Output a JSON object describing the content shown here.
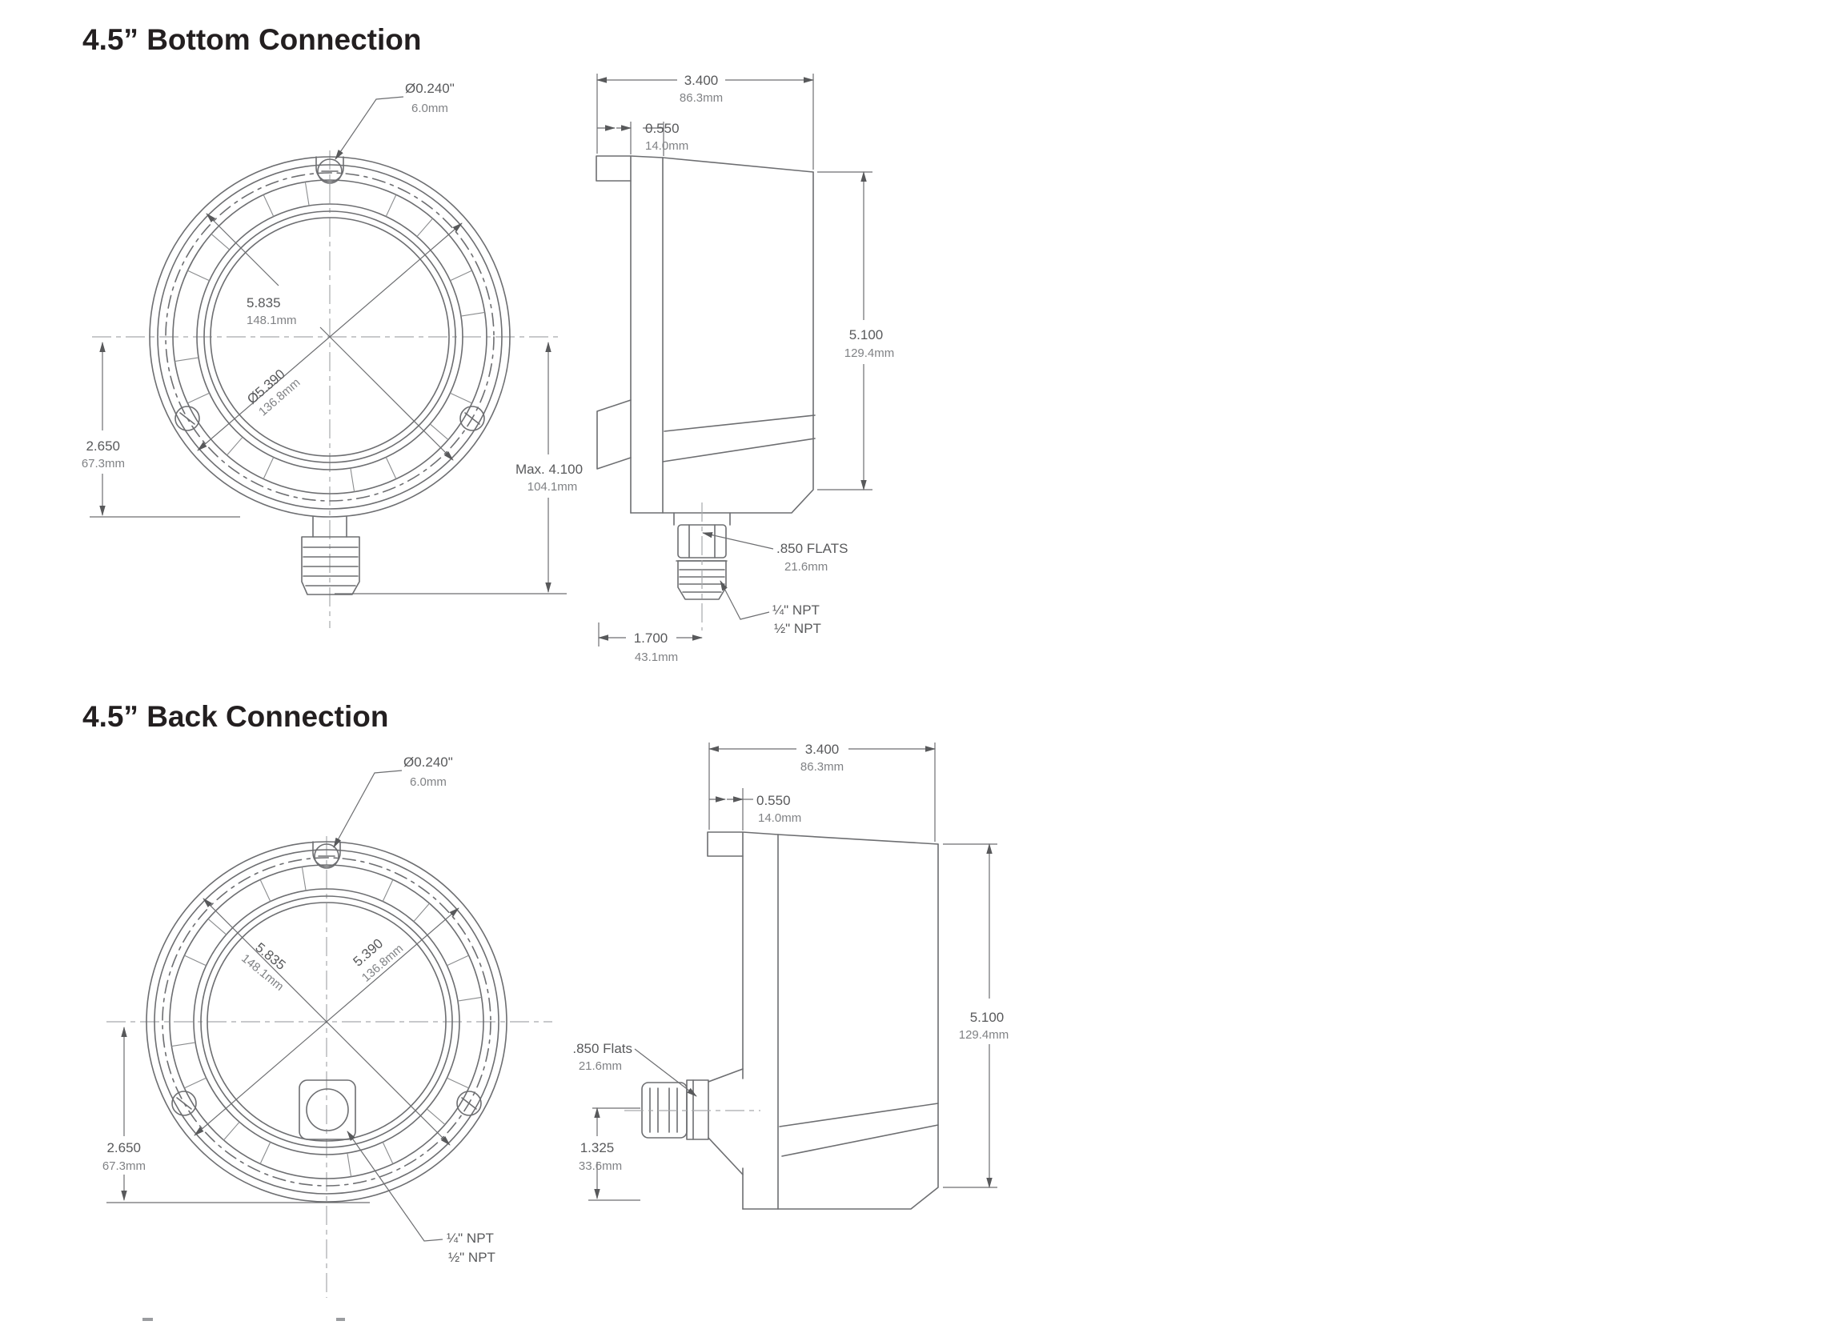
{
  "palette": {
    "line": "#6d6e71",
    "text": "#58595b",
    "title": "#231f20",
    "centerline": "#a7a9ac"
  },
  "sections": [
    {
      "title": "4.5” Bottom Connection",
      "front": {
        "hole_dia": {
          "in": "Ø0.240\"",
          "mm": "6.0mm"
        },
        "flange_dia": {
          "in": "5.835",
          "mm": "148.1mm"
        },
        "case_dia": {
          "in": "Ø5.390",
          "mm": "136.8mm"
        },
        "center_to_bottom": {
          "in": "2.650",
          "mm": "67.3mm"
        },
        "max_height": {
          "in": "Max. 4.100",
          "mm": "104.1mm"
        }
      },
      "side": {
        "depth": {
          "in": "3.400",
          "mm": "86.3mm"
        },
        "bezel_depth": {
          "in": "0.550",
          "mm": "14.0mm"
        },
        "height": {
          "in": "5.100",
          "mm": "129.4mm"
        },
        "wrench_flats": {
          "in": ".850 FLATS",
          "mm": "21.6mm"
        },
        "npt_line1": "¼\" NPT",
        "npt_line2": "½\" NPT",
        "center_to_stem": {
          "in": "1.700",
          "mm": "43.1mm"
        }
      }
    },
    {
      "title": "4.5” Back Connection",
      "front": {
        "hole_dia": {
          "in": "Ø0.240\"",
          "mm": "6.0mm"
        },
        "flange_dia": {
          "in": "5.835",
          "mm": "148.1mm"
        },
        "case_dia": {
          "in": "5.390",
          "mm": "136.8mm"
        },
        "center_to_bottom": {
          "in": "2.650",
          "mm": "67.3mm"
        },
        "npt_line1": "¼\" NPT",
        "npt_line2": "½\" NPT"
      },
      "side": {
        "depth": {
          "in": "3.400",
          "mm": "86.3mm"
        },
        "bezel_depth": {
          "in": "0.550",
          "mm": "14.0mm"
        },
        "height": {
          "in": "5.100",
          "mm": "129.4mm"
        },
        "wrench_flats": {
          "in": ".850 Flats",
          "mm": "21.6mm"
        },
        "stem_center_height": {
          "in": "1.325",
          "mm": "33.6mm"
        }
      }
    }
  ]
}
